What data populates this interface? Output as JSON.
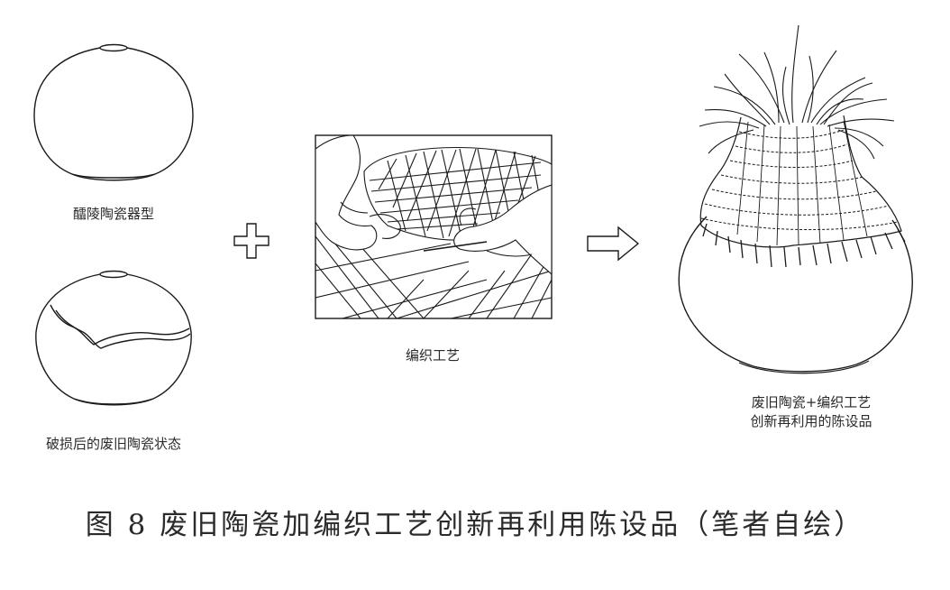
{
  "labels": {
    "vase_original": "醽陵陶瓷器型",
    "vase_broken": "破损后的废旧陶瓷状态",
    "weaving": "编织工艺",
    "result_line1": "废旧陶瓷+编织工艺",
    "result_line2": "创新再利用的陈设品"
  },
  "caption": "图 8  废旧陶瓷加编织工艺创新再利用陈设品（笔者自绘）",
  "colors": {
    "line": "#1a1a1a",
    "background": "#ffffff"
  }
}
